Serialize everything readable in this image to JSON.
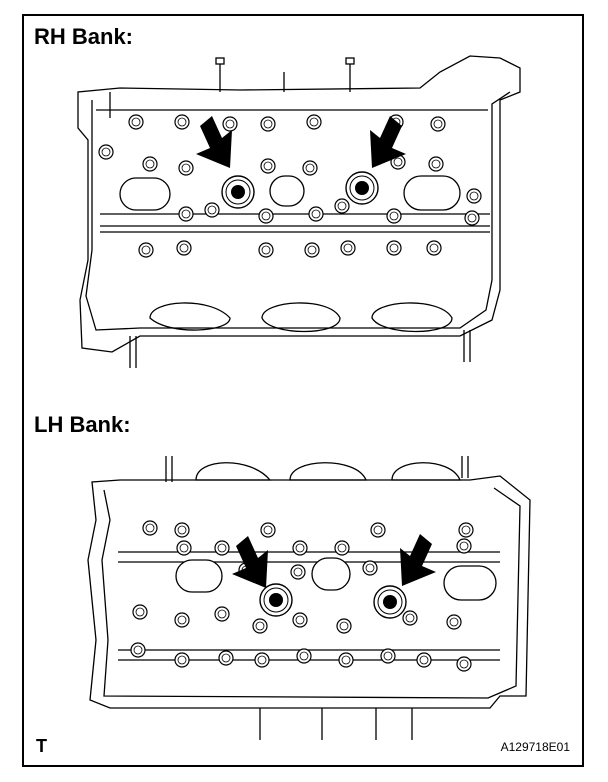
{
  "labels": {
    "rh_bank": "RH Bank:",
    "lh_bank": "LH Bank:",
    "corner_mark": "T",
    "figure_id": "A129718E01"
  },
  "icons": {
    "arrow": "arrow-icon",
    "seal": "seal-ring-icon"
  },
  "colors": {
    "ink": "#000000",
    "paper": "#ffffff"
  }
}
